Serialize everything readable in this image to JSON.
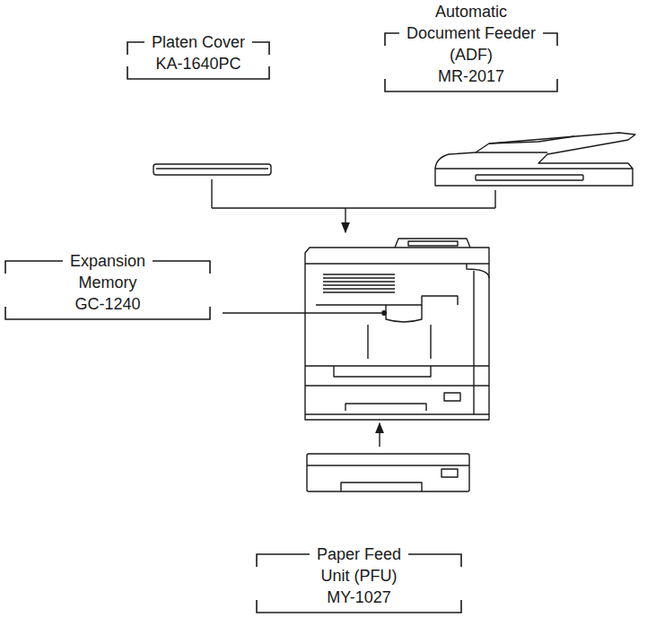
{
  "diagram": {
    "nodes": [
      {
        "text": [
          "Platen Cover",
          "KA-1640PC"
        ]
      },
      {
        "text": [
          "Automatic Document Feeder (ADF)",
          "MR-2017"
        ]
      },
      {
        "text": [
          "Expansion Memory",
          "GC-1240"
        ]
      },
      {
        "text": [
          "Paper Feed Unit (PFU)",
          "MY-1027"
        ]
      }
    ]
  }
}
